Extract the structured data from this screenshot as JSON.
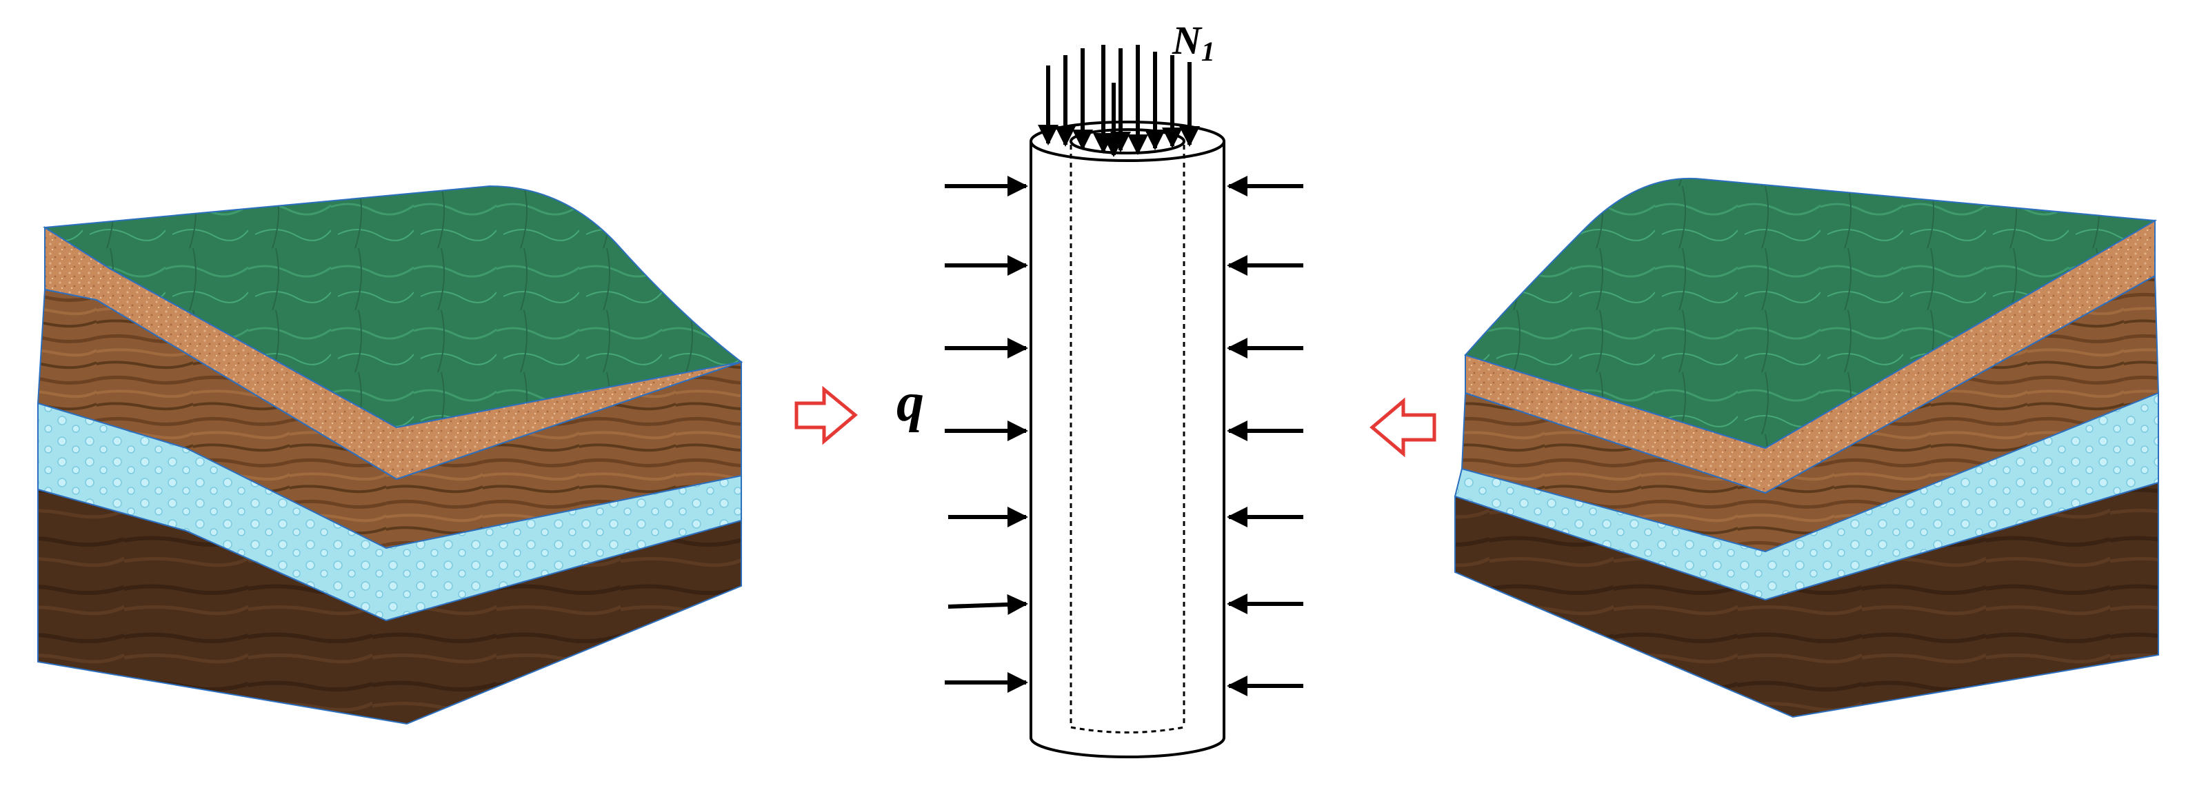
{
  "labels": {
    "axial_load": "N",
    "axial_load_subscript": "1",
    "lateral_pressure": "q"
  },
  "icons": {
    "left_arrow_icon": "hollow-right-arrow",
    "right_arrow_icon": "hollow-left-arrow"
  },
  "colors": {
    "grass": "#2e7d55",
    "sand": "#cc8a5c",
    "clay": "#8a5a33",
    "water": "#a8e2ef",
    "rock": "#4a2f1c",
    "arrow_red": "#e53935",
    "outline": "#2c6fbf"
  }
}
